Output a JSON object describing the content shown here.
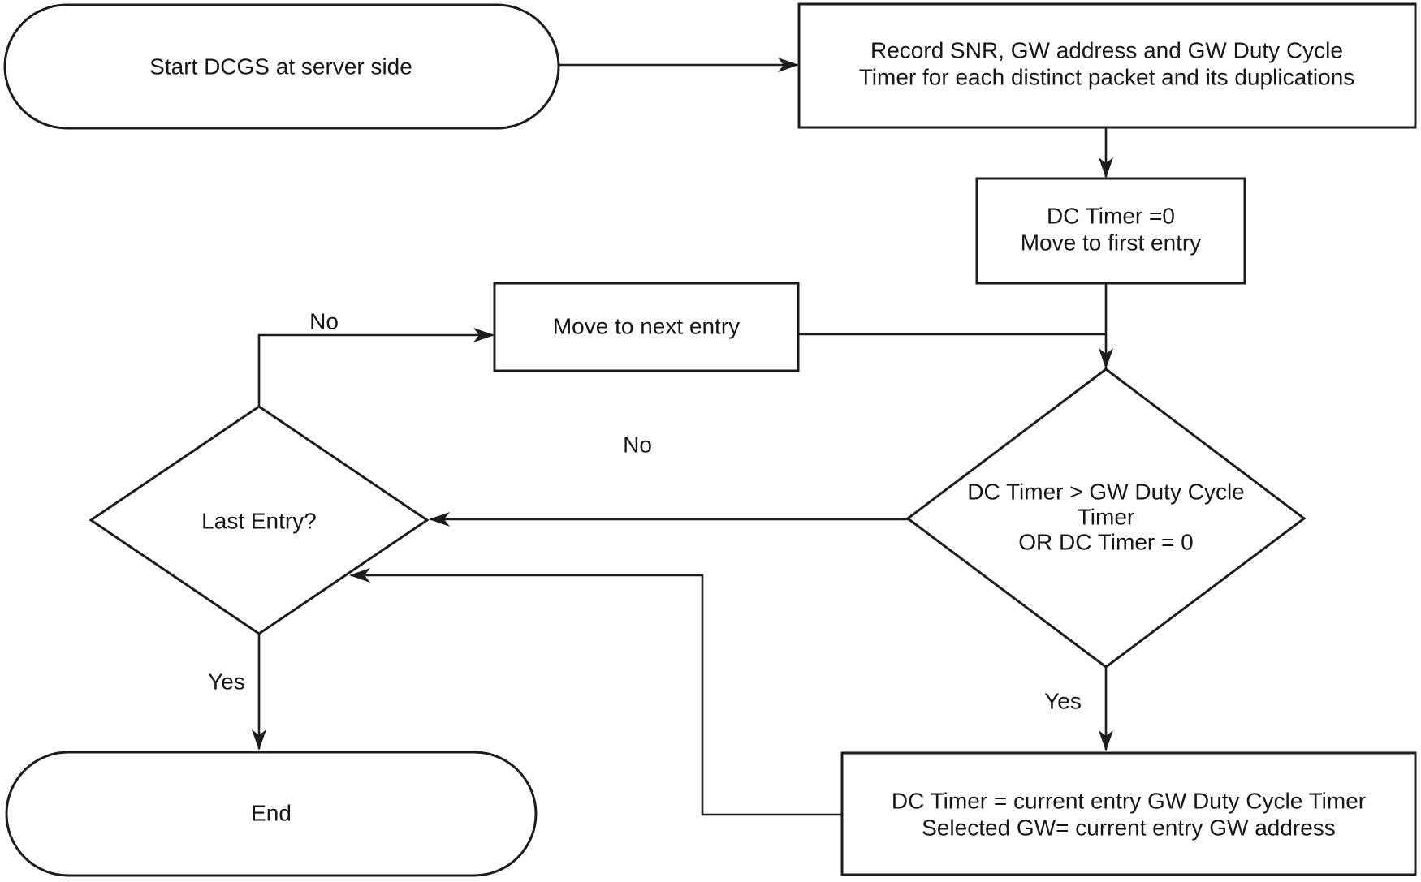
{
  "diagram": {
    "type": "flowchart",
    "colors": {
      "background": "#ffffff",
      "stroke": "#1c1c1c",
      "text": "#161616",
      "node_fill": "#ffffff"
    },
    "nodes": {
      "start": {
        "type": "terminator",
        "lines": [
          "Start DCGS at server side"
        ]
      },
      "record": {
        "type": "process",
        "lines": [
          "Record SNR, GW address and GW Duty Cycle",
          "Timer for each distinct packet and its duplications"
        ]
      },
      "init": {
        "type": "process",
        "lines": [
          "DC Timer =0",
          "Move to first entry"
        ]
      },
      "move_next": {
        "type": "process",
        "lines": [
          "Move to next entry"
        ]
      },
      "dc_check": {
        "type": "decision",
        "lines": [
          "DC Timer > GW Duty Cycle",
          "Timer",
          "OR DC Timer = 0"
        ]
      },
      "last_entry": {
        "type": "decision",
        "lines": [
          "Last Entry?"
        ]
      },
      "assign": {
        "type": "process",
        "lines": [
          "DC Timer = current entry GW Duty Cycle Timer",
          "Selected GW= current entry GW address"
        ]
      },
      "end": {
        "type": "terminator",
        "lines": [
          "End"
        ]
      }
    },
    "edges": [
      {
        "from": "start",
        "to": "record",
        "label": ""
      },
      {
        "from": "record",
        "to": "init",
        "label": ""
      },
      {
        "from": "init",
        "to": "dc_check",
        "label": ""
      },
      {
        "from": "move_next",
        "to": "dc_check",
        "label": ""
      },
      {
        "from": "dc_check",
        "to": "last_entry",
        "label": "No"
      },
      {
        "from": "dc_check",
        "to": "assign",
        "label": "Yes"
      },
      {
        "from": "assign",
        "to": "last_entry",
        "label": ""
      },
      {
        "from": "last_entry",
        "to": "move_next",
        "label": "No"
      },
      {
        "from": "last_entry",
        "to": "end",
        "label": "Yes"
      }
    ]
  }
}
